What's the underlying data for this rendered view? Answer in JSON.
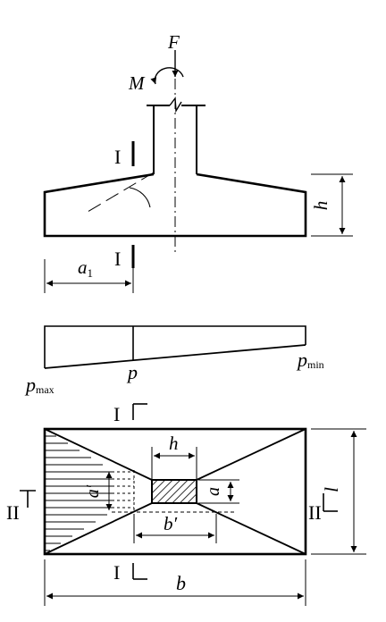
{
  "labels": {
    "force": "F",
    "moment": "M",
    "section_1": "I",
    "section_2": "II",
    "height": "h",
    "dist_a1": "a",
    "dist_a1_sub": "1",
    "p_max": "p",
    "p_max_sub": "max",
    "p": "p",
    "p_min": "p",
    "p_min_sub": "min",
    "col_h": "h",
    "col_a": "a",
    "a_prime": "a′",
    "b_prime": "b′",
    "length_l": "l",
    "width_b": "b"
  }
}
